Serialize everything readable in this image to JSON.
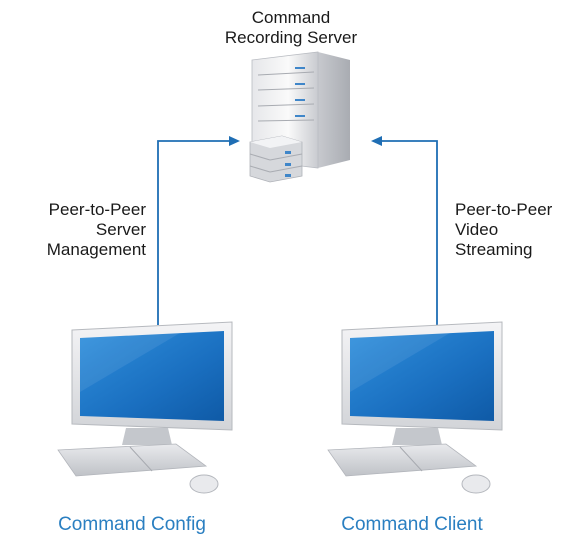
{
  "server": {
    "line1": "Command",
    "line2": "Recording Server"
  },
  "left_connection": {
    "line1": "Peer-to-Peer",
    "line2": "Server",
    "line3": "Management"
  },
  "right_connection": {
    "line1": "Peer-to-Peer",
    "line2": "Video",
    "line3": "Streaming"
  },
  "clients": {
    "left": "Command Config",
    "right": "Command Client"
  },
  "colors": {
    "arrow": "#1f6eb4",
    "caption": "#2a7fc1",
    "screen": "#1a73c4"
  },
  "icons": {
    "server": "server-tower-icon",
    "workstation": "desktop-computer-icon"
  }
}
